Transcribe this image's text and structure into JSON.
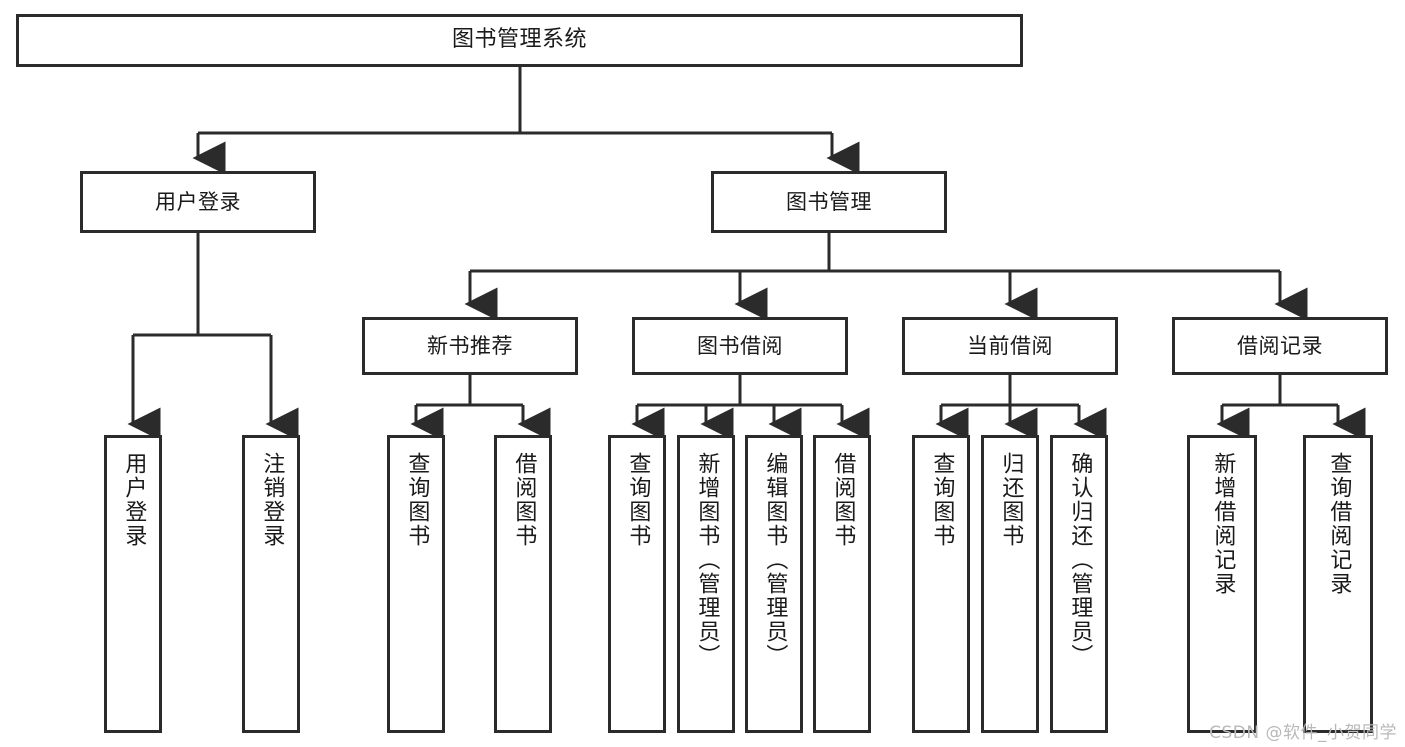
{
  "diagram": {
    "type": "tree-hierarchy",
    "title": "图书管理系统",
    "orientation": "top-down",
    "colors": {
      "box_border": "#2b2b2b",
      "box_fill": "#ffffff",
      "connector": "#2b2b2b",
      "text": "#1a1a1a",
      "watermark": "#b9b9b9",
      "background": "#ffffff"
    },
    "nodes": {
      "root": {
        "label": "图书管理系统"
      },
      "level2": [
        {
          "id": "user-login",
          "label": "用户登录"
        },
        {
          "id": "book-management",
          "label": "图书管理"
        }
      ],
      "level3": [
        {
          "id": "new-book-recommend",
          "label": "新书推荐"
        },
        {
          "id": "book-borrow",
          "label": "图书借阅"
        },
        {
          "id": "current-borrow",
          "label": "当前借阅"
        },
        {
          "id": "borrow-record",
          "label": "借阅记录"
        }
      ],
      "leaves": {
        "user_login": [
          {
            "id": "leaf-user-login",
            "label": "用户登录"
          },
          {
            "id": "leaf-user-logout",
            "label": "注销登录"
          }
        ],
        "new_book_recommend": [
          {
            "id": "leaf-query-book-1",
            "label": "查询图书"
          },
          {
            "id": "leaf-borrow-book-1",
            "label": "借阅图书"
          }
        ],
        "book_borrow": [
          {
            "id": "leaf-query-book-2",
            "label": "查询图书"
          },
          {
            "id": "leaf-add-book",
            "label": "新增图书（管理员）"
          },
          {
            "id": "leaf-edit-book",
            "label": "编辑图书（管理员）"
          },
          {
            "id": "leaf-borrow-book-2",
            "label": "借阅图书"
          }
        ],
        "current_borrow": [
          {
            "id": "leaf-query-book-3",
            "label": "查询图书"
          },
          {
            "id": "leaf-return-book",
            "label": "归还图书"
          },
          {
            "id": "leaf-confirm-return",
            "label": "确认归还（管理员）"
          }
        ],
        "borrow_record": [
          {
            "id": "leaf-add-record",
            "label": "新增借阅记录"
          },
          {
            "id": "leaf-query-record",
            "label": "查询借阅记录"
          }
        ]
      }
    }
  },
  "watermark": {
    "text": "CSDN @软件_小贺同学"
  }
}
